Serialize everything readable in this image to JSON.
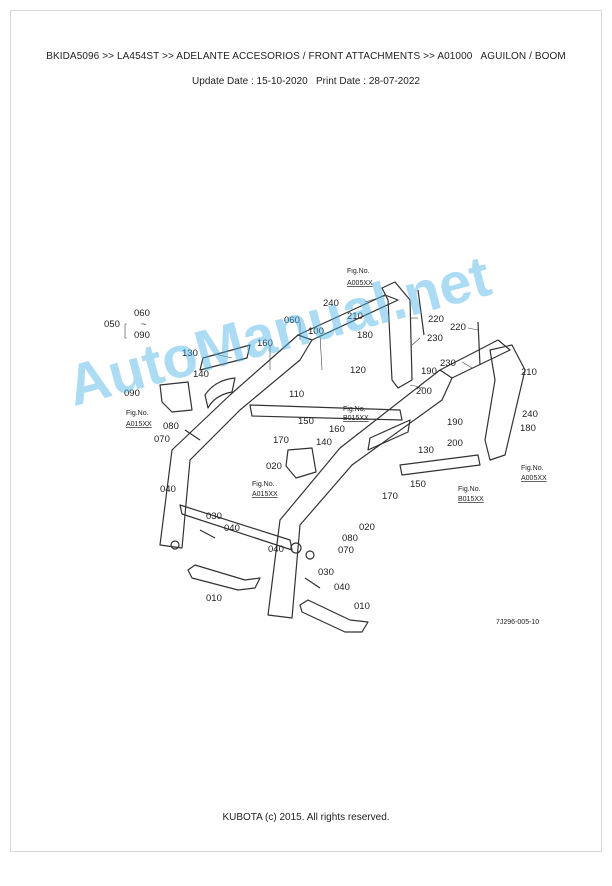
{
  "header": {
    "breadcrumb": [
      "BKIDA5096",
      "LA454ST",
      "ADELANTE ACCESORIOS / FRONT ATTACHMENTS",
      "A01000   AGUILON / BOOM"
    ],
    "separator": " >> ",
    "update_label": "Update Date : 15-10-2020",
    "print_label": "Print Date : 28-07-2022"
  },
  "diagram": {
    "callouts": {
      "c060a": "060",
      "c_tilde": "~",
      "c090a": "090",
      "c050": "050",
      "c060b": "060",
      "c100": "100",
      "c130a": "130",
      "c160a": "160",
      "c140a": "140",
      "c090b": "090",
      "c120": "120",
      "c110": "110",
      "c150a": "150",
      "c070a": "070",
      "c080a": "080",
      "c170a": "170",
      "c140b": "140",
      "c160b": "160",
      "c020a": "020",
      "c040a": "040",
      "c030a": "030",
      "c040b": "040",
      "c040c": "040",
      "c010a": "010",
      "c240a": "240",
      "c210a": "210",
      "c220a": "220",
      "c180a": "180",
      "c230a": "230",
      "c190a": "190",
      "c200a": "200",
      "c220b": "220",
      "c230b": "230",
      "c210b": "210",
      "c240b": "240",
      "c180b": "180",
      "c190b": "190",
      "c200b": "200",
      "c130b": "130",
      "c150b": "150",
      "c170b": "170",
      "c020b": "020",
      "c080b": "080",
      "c070b": "070",
      "c030b": "030",
      "c040d": "040",
      "c010b": "010"
    },
    "fig_refs": {
      "top_label": "Fig.No.",
      "top_code": "A005XX",
      "left_label": "Fig.No.",
      "left_code": "A015XX",
      "mid_label": "Fig.No.",
      "mid_code": "B015XX",
      "center_label": "Fig.No.",
      "center_code": "A015XX",
      "right_label": "Fig.No.",
      "right_code": "A005XX",
      "rb_label": "Fig.No.",
      "rb_code": "B015XX"
    },
    "drawing_code": "7J296-005-10"
  },
  "watermark": "AutoManual.net",
  "footer": {
    "copyright": "KUBOTA (c) 2015. All rights reserved."
  }
}
